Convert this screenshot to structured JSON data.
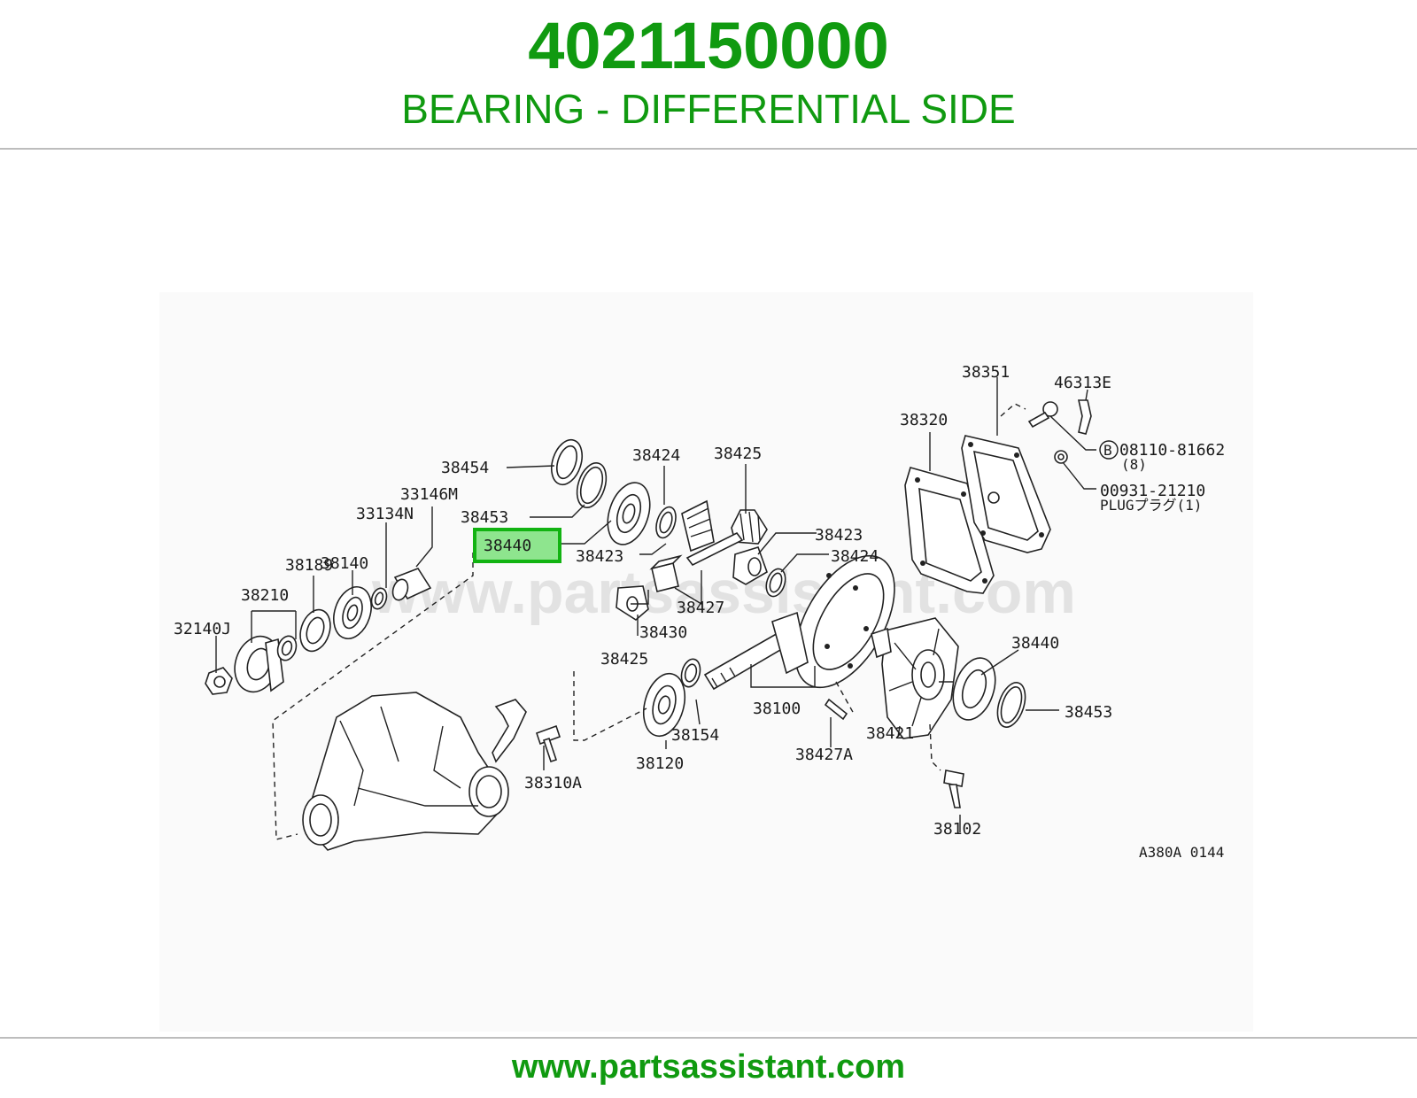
{
  "header": {
    "part_number": "4021150000",
    "part_name": "BEARING - DIFFERENTIAL SIDE"
  },
  "diagram": {
    "watermark": "www.partsassistant.com",
    "ref_code": "A380A 0144",
    "highlighted_callout": "38440",
    "callouts": {
      "c38351": "38351",
      "c46313E": "46313E",
      "c38320": "38320",
      "c08110": "08110-81662",
      "c08110_qty": "(8)",
      "c08110_symbol": "B",
      "c00931": "00931-21210",
      "c00931_sub": "PLUGプラグ(1)",
      "c38454": "38454",
      "c38424a": "38424",
      "c38425a": "38425",
      "c33146M": "33146M",
      "c33134N": "33134N",
      "c38453a": "38453",
      "c38140": "38140",
      "c38423a": "38423",
      "c38423b": "38423",
      "c38189": "38189",
      "c38424b": "38424",
      "c38210": "38210",
      "c38427": "38427",
      "c32140J": "32140J",
      "c38430": "38430",
      "c38425b": "38425",
      "c38440b": "38440",
      "c38453b": "38453",
      "c38100": "38100",
      "c38421": "38421",
      "c38154": "38154",
      "c38120": "38120",
      "c38427A": "38427A",
      "c38310A": "38310A",
      "c38102": "38102"
    }
  },
  "footer": {
    "url": "www.partsassistant.com"
  },
  "colors": {
    "brand_green": "#109a10",
    "highlight_fill": "#8ee58e",
    "highlight_border": "#12b312"
  }
}
